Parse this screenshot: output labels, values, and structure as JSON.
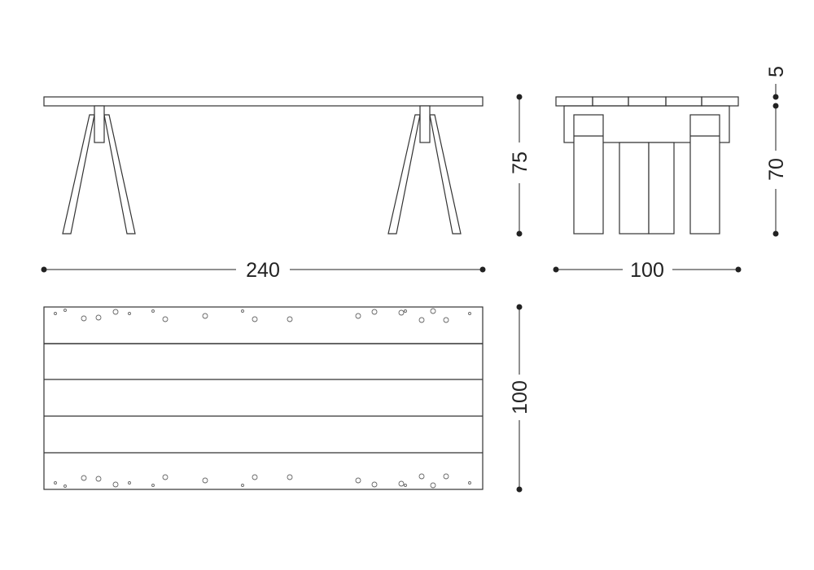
{
  "dimensions": {
    "length": "240",
    "depth_side": "100",
    "height": "75",
    "top_thickness": "5",
    "frame_height": "70",
    "depth_plan": "100"
  },
  "colors": {
    "line": "#333333",
    "background": "#ffffff"
  }
}
